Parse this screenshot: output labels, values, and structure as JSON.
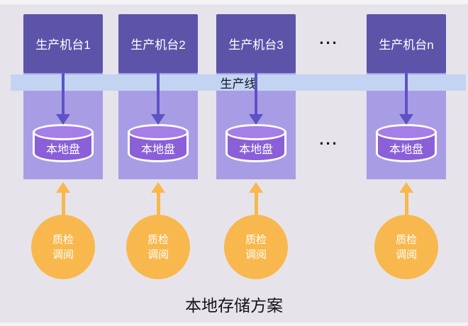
{
  "title": "本地存储方案",
  "production_line_label": "生产线",
  "ellipsis": {
    "machines": "...",
    "disks": "..."
  },
  "columns": [
    {
      "machine_label": "生产机台1",
      "disk_label": "本地盘",
      "inspect_line1": "质检",
      "inspect_line2": "调阅"
    },
    {
      "machine_label": "生产机台2",
      "disk_label": "本地盘",
      "inspect_line1": "质检",
      "inspect_line2": "调阅"
    },
    {
      "machine_label": "生产机台3",
      "disk_label": "本地盘",
      "inspect_line1": "质检",
      "inspect_line2": "调阅"
    },
    {
      "machine_label": "生产机台n",
      "disk_label": "本地盘",
      "inspect_line1": "质检",
      "inspect_line2": "调阅"
    }
  ],
  "colors": {
    "background": "#e7e3ea",
    "edge_strip": "#f4f2f5",
    "machine_box": "#5b54a9",
    "column_band": "#a89de5",
    "line_bar": "#c2d4f2",
    "down_arrow": "#5e52c4",
    "cylinder_body": "#8a5fd8",
    "cylinder_top": "#a57ee8",
    "inspection_orange": "#f8b84d",
    "title_text": "#141414",
    "bar_text": "#15151f",
    "ellipsis_text": "#1c1c1c",
    "white_text": "#ffffff"
  }
}
